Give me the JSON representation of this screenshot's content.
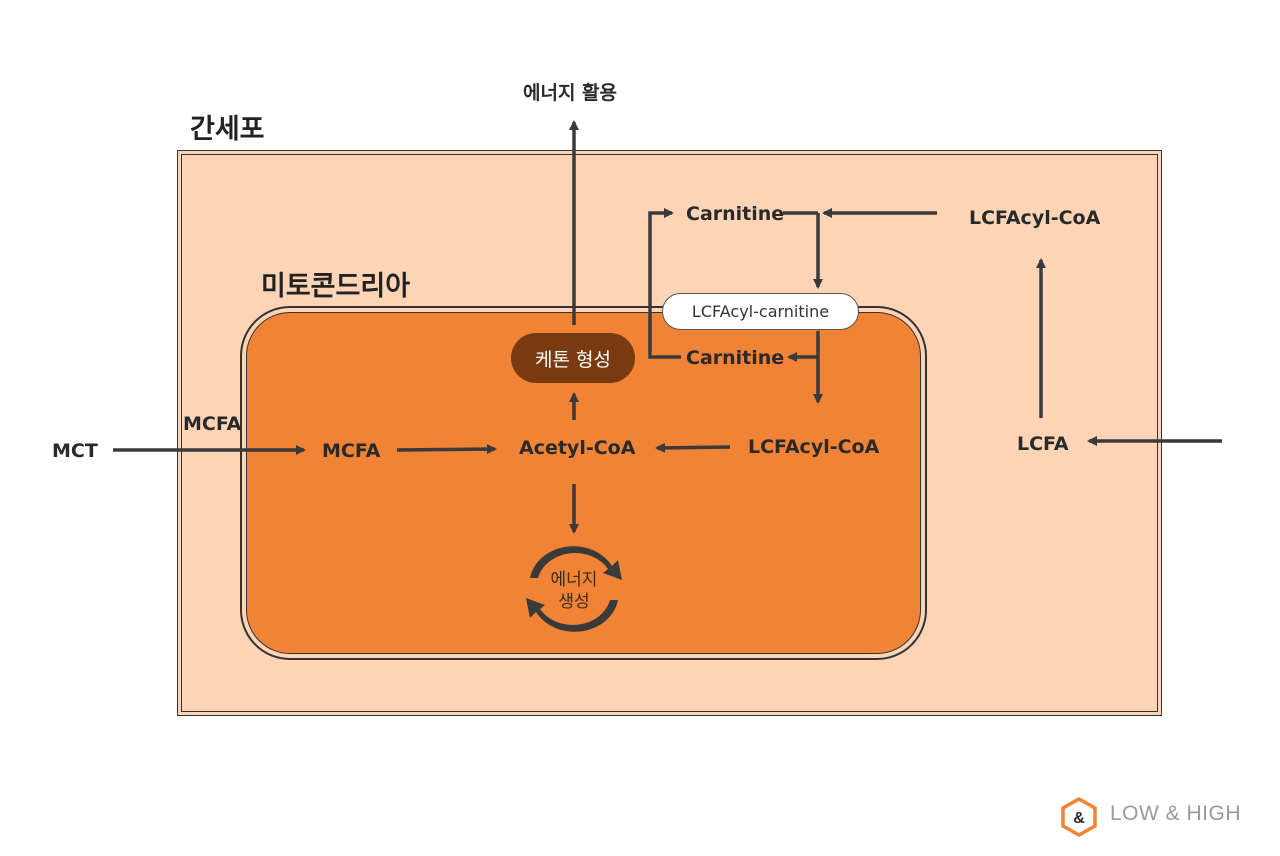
{
  "labels": {
    "energy_use": "에너지 활용",
    "liver_cell": "간세포",
    "mitochondria": "미토콘드리아",
    "ketone_formation": "케톤 형성",
    "carnitine_top": "Carnitine",
    "carnitine_inner": "Carnitine",
    "lcfacyl_coa_outer": "LCFAcyl-CoA",
    "lcfacyl_carnitine": "LCFAcyl-carnitine",
    "mct": "MCT",
    "mcfa_outer": "MCFA",
    "mcfa_inner": "MCFA",
    "acetyl_coa": "Acetyl-CoA",
    "lcfacyl_coa_inner": "LCFAcyl-CoA",
    "lcfa": "LCFA",
    "energy_production_line1": "에너지",
    "energy_production_line2": "생성"
  },
  "logo": {
    "symbol": "&",
    "text": "LOW & HIGH"
  },
  "colors": {
    "cell_fill": "#fdd5b6",
    "mitochondria_fill": "#f08335",
    "ketone_fill": "#7a3a10",
    "arrow": "#3a3a3a",
    "logo_accent": "#f08335"
  }
}
